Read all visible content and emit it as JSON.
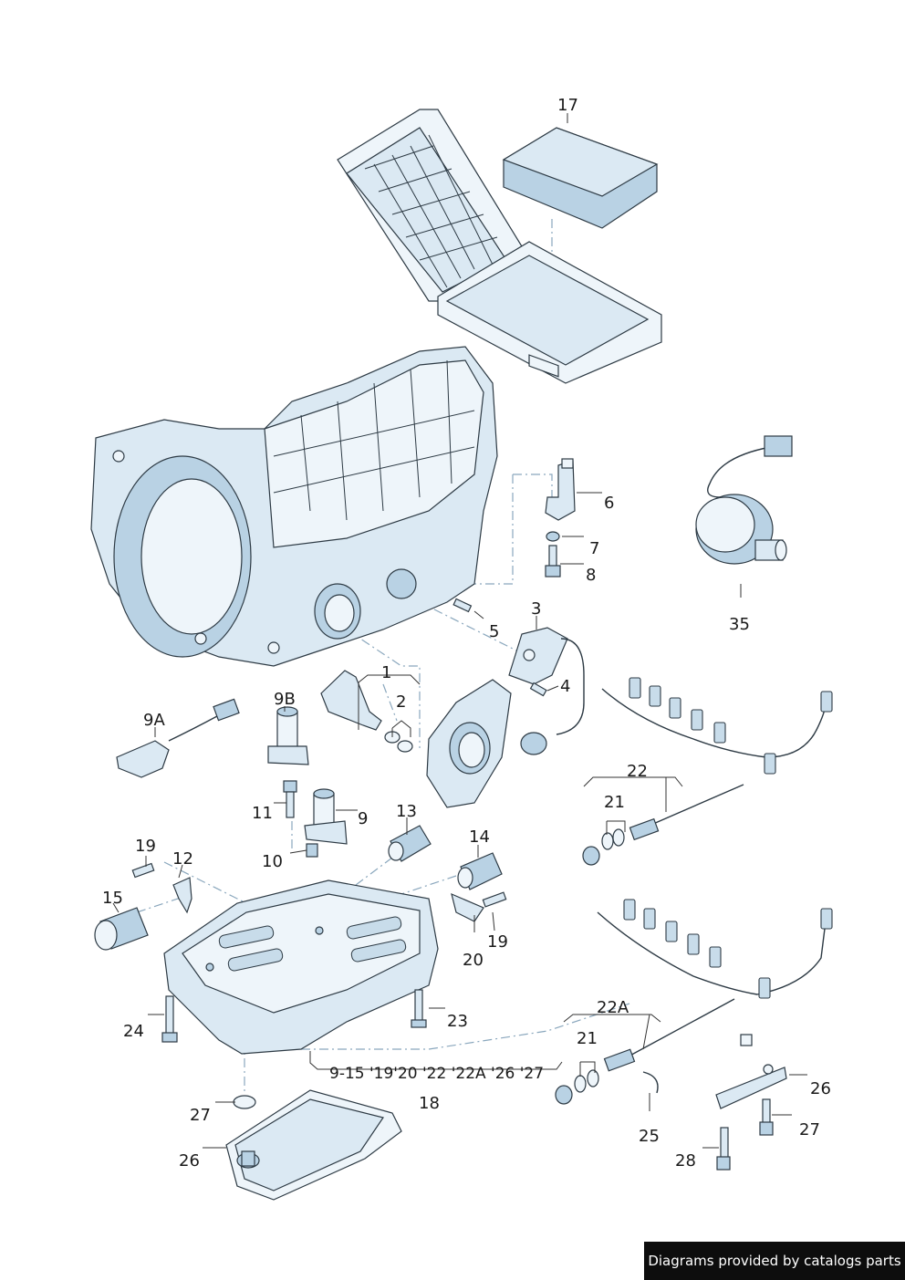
{
  "labels": {
    "p1": "1",
    "p2": "2",
    "p3": "3",
    "p4": "4",
    "p5": "5",
    "p6": "6",
    "p7": "7",
    "p8": "8",
    "p9": "9",
    "p9a": "9A",
    "p9b": "9B",
    "p10": "10",
    "p11": "11",
    "p12": "12",
    "p13": "13",
    "p14": "14",
    "p15": "15",
    "p17": "17",
    "p18": "18",
    "p19a": "19",
    "p19b": "19",
    "p20": "20",
    "p21a": "21",
    "p21b": "21",
    "p22": "22",
    "p22a": "22A",
    "p23": "23",
    "p24": "24",
    "p25": "25",
    "p26a": "26",
    "p26b": "26",
    "p27a": "27",
    "p27b": "27",
    "p28": "28",
    "p35": "35",
    "p18_refs": "9-15  '19'20 '22 '22A  '26 '27"
  },
  "footer": {
    "text": "Diagrams provided by catalogs parts"
  }
}
